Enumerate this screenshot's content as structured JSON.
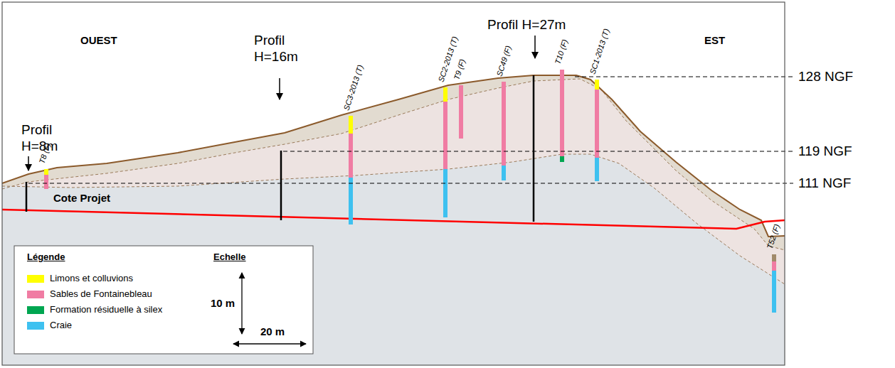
{
  "diagram": {
    "labels": [
      "OUEST",
      "Profil H=8m",
      "T8 (F)",
      "Cote Projet",
      "Profil H=16m",
      "SC3-2013 (T)",
      "SC2-2013 (T)",
      "T9 (F)",
      "SC49 (F)",
      "Profil H=27m",
      "T10 (F)",
      "SC1-2013 (T)",
      "EST",
      "128 NGF",
      "119 NGF",
      "111 NGF",
      "T52 (F)",
      "Légende",
      "Echelle",
      "10 m",
      "20 m"
    ],
    "legend": [
      {
        "text": "Limons et colluvions",
        "color": "#ffff00"
      },
      {
        "text": "Sables de Fontainebleau",
        "color": "#f07ca3"
      },
      {
        "text": "Formation résiduelle à silex",
        "color": "#00a651"
      },
      {
        "text": "Craie",
        "color": "#3ec1f0"
      }
    ]
  }
}
